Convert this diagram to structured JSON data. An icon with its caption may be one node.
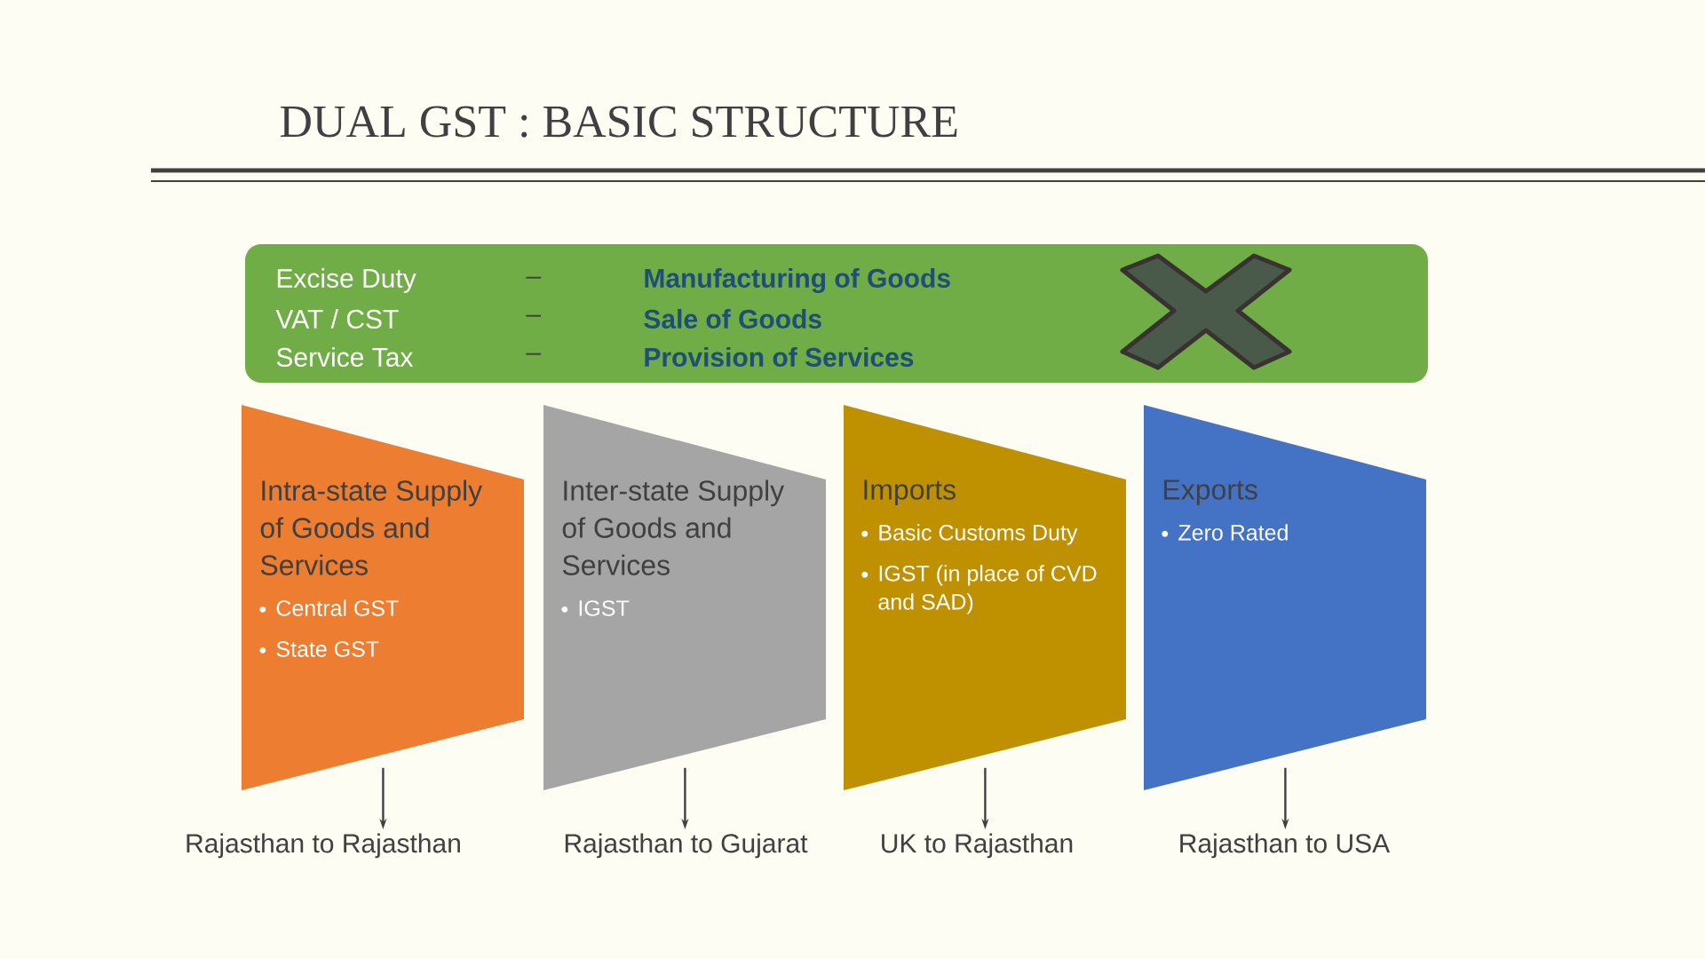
{
  "diagram": {
    "title": "DUAL GST : BASIC STRUCTURE",
    "nodes": [
      {
        "text": [
          "Excise Duty",
          "VAT / CST",
          "Service Tax",
          "–",
          "–",
          "–",
          "Manufacturing of Goods",
          "Sale of Goods",
          "Provision of Services"
        ]
      },
      {
        "text": [
          "Intra-state Supply of Goods and Services",
          "Central GST",
          "State GST"
        ]
      },
      {
        "text": [
          "Inter-state Supply of Goods and Services",
          "IGST"
        ]
      },
      {
        "text": [
          "Imports",
          "Basic Customs Duty",
          "IGST (in place of CVD and SAD)"
        ]
      },
      {
        "text": [
          "Exports",
          "Zero Rated"
        ]
      },
      {
        "text": [
          "Rajasthan to Rajasthan"
        ]
      },
      {
        "text": [
          "Rajasthan to Gujarat"
        ]
      },
      {
        "text": [
          "UK to Rajasthan"
        ]
      },
      {
        "text": [
          "Rajasthan to USA"
        ]
      }
    ],
    "edges": [
      {
        "from": 1,
        "to": 5,
        "arrow": "to"
      },
      {
        "from": 2,
        "to": 6,
        "arrow": "to"
      },
      {
        "from": 3,
        "to": 7,
        "arrow": "to"
      },
      {
        "from": 4,
        "to": 8,
        "arrow": "to"
      }
    ]
  }
}
